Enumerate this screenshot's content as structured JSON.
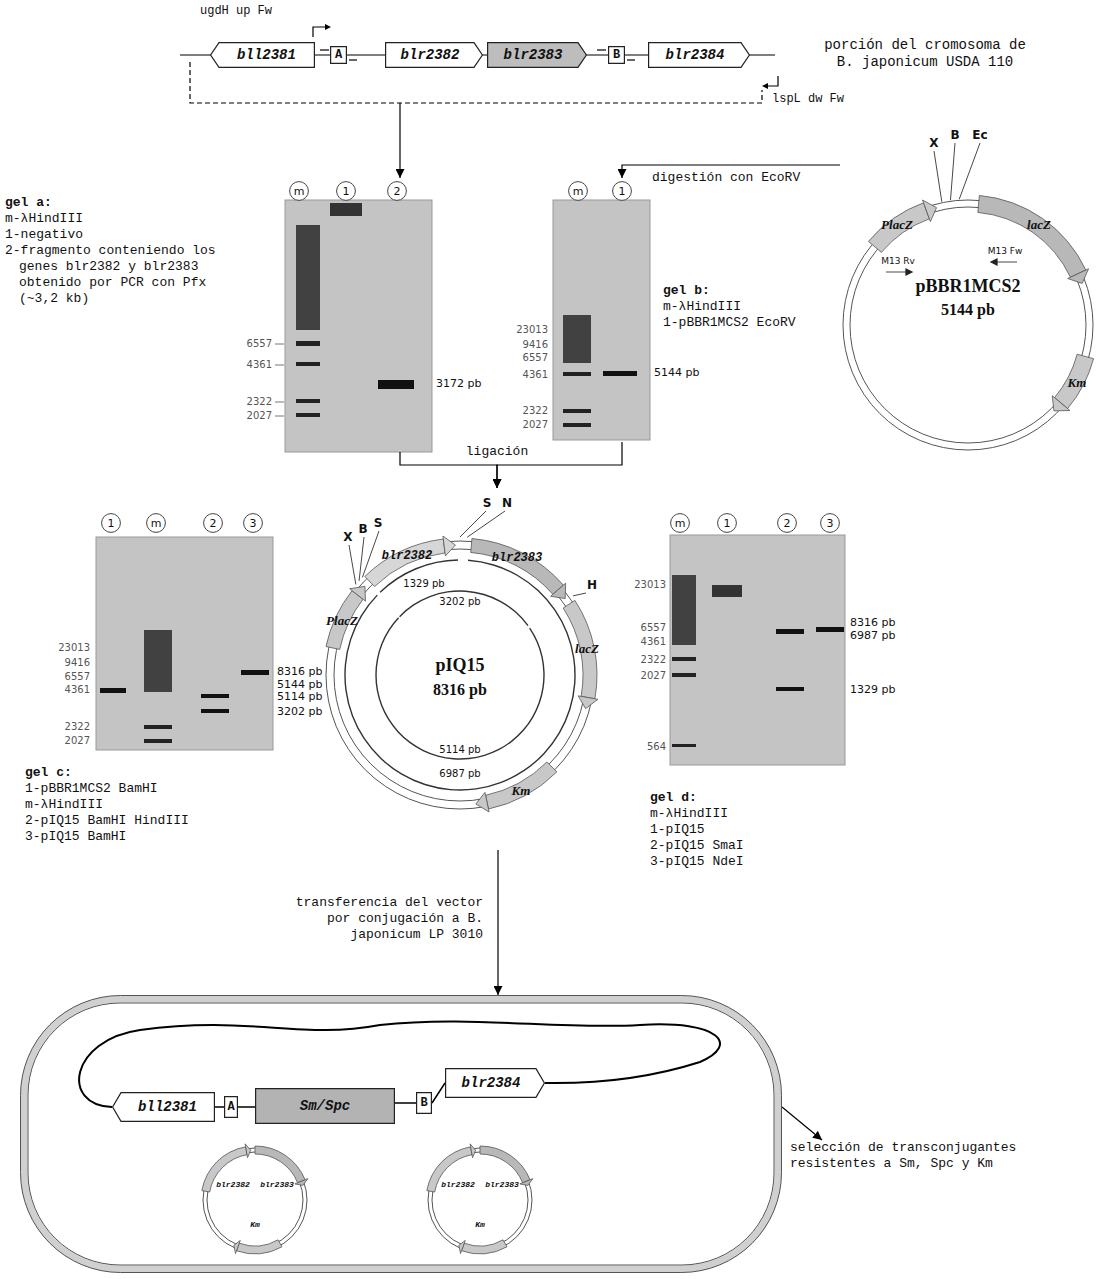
{
  "diagram": {
    "nodes": [
      {
        "text": [
          "porción del cromosoma de B. japonicum USDA 110"
        ]
      },
      {
        "text": [
          "bll2381"
        ],
        "in": 0
      },
      {
        "text": [
          "A"
        ],
        "in": 0
      },
      {
        "text": [
          "blr2382"
        ],
        "in": 0
      },
      {
        "text": [
          "blr2383"
        ],
        "in": 0
      },
      {
        "text": [
          "B"
        ],
        "in": 0
      },
      {
        "text": [
          "blr2384"
        ],
        "in": 0
      },
      {
        "text": [
          "pBBR1MCS2",
          "5144 pb"
        ]
      },
      {
        "text": [
          "gel a:",
          "m-λHindIII",
          "1-negativo",
          "2-fragmento conteniendo los genes blr2382 y blr2383 obtenido por PCR con Pfx (~3,2 kb)"
        ]
      },
      {
        "text": [
          "m"
        ],
        "in": 8
      },
      {
        "text": [
          "1"
        ],
        "in": 8
      },
      {
        "text": [
          "2"
        ],
        "in": 8
      },
      {
        "text": [
          "gel b:",
          "m-λHindIII",
          "1-pBBR1MCS2 EcoRV"
        ]
      },
      {
        "text": [
          "m"
        ],
        "in": 12
      },
      {
        "text": [
          "1"
        ],
        "in": 12
      },
      {
        "text": [
          "pIQ15",
          "8316 pb"
        ]
      },
      {
        "text": [
          "gel c:",
          "1-pBBR1MCS2 BamHI",
          "m-λHindIII",
          "2-pIQ15 BamHI HindIII",
          "3-pIQ15 BamHI"
        ]
      },
      {
        "text": [
          "1"
        ],
        "in": 16
      },
      {
        "text": [
          "m"
        ],
        "in": 16
      },
      {
        "text": [
          "2"
        ],
        "in": 16
      },
      {
        "text": [
          "3"
        ],
        "in": 16
      },
      {
        "text": [
          "gel d:",
          "m-λHindIII",
          "1-pIQ15",
          "2-pIQ15 SmaI",
          "3-pIQ15 NdeI"
        ]
      },
      {
        "text": [
          "m"
        ],
        "in": 21
      },
      {
        "text": [
          "1"
        ],
        "in": 21
      },
      {
        "text": [
          "2"
        ],
        "in": 21
      },
      {
        "text": [
          "3"
        ],
        "in": 21
      },
      {
        "text": []
      },
      {
        "text": [
          "bll2381"
        ],
        "in": 26
      },
      {
        "text": [
          "A"
        ],
        "in": 26
      },
      {
        "text": [
          "Sm/Spc"
        ],
        "in": 26
      },
      {
        "text": [
          "B"
        ],
        "in": 26
      },
      {
        "text": [
          "blr2384"
        ],
        "in": 26
      },
      {
        "text": [
          "blr2382",
          "blr2383",
          "Km"
        ],
        "in": 26
      },
      {
        "text": [
          "blr2382",
          "blr2383",
          "Km"
        ],
        "in": 26
      },
      {
        "text": [
          "selección de transconjugantes resistentes a Sm, Spc y Km"
        ]
      }
    ],
    "edges": [
      {
        "from": 0,
        "to": 8,
        "arrow": "to"
      },
      {
        "from": 7,
        "to": 12,
        "label": "digestión con EcoRV",
        "arrow": "to"
      },
      {
        "from": 8,
        "to": 15,
        "label": "ligación",
        "arrow": "to"
      },
      {
        "from": 12,
        "to": 15,
        "arrow": "to"
      },
      {
        "from": 15,
        "to": 26,
        "label": "transferencia del vector por conjugación a B. japonicum LP 3010",
        "arrow": "to"
      },
      {
        "from": 26,
        "to": 34,
        "arrow": "to"
      }
    ],
    "labels": [
      "ugdH up Fw",
      "lspL dw Fw",
      "X",
      "B",
      "Ec",
      "PlacZ",
      "lacZ",
      "M13 Rv",
      "M13 Fw",
      "Km",
      "6557",
      "4361",
      "2322",
      "2027",
      "3172 pb",
      "23013",
      "9416",
      "6557",
      "4361",
      "2322",
      "2027",
      "5144 pb",
      "X",
      "B",
      "S",
      "S",
      "N",
      "H",
      "blr2382",
      "blr2383",
      "PlacZ",
      "lacZ",
      "Km",
      "1329 pb",
      "3202 pb",
      "5114 pb",
      "6987 pb",
      "23013",
      "9416",
      "6557",
      "4361",
      "2322",
      "2027",
      "8316 pb",
      "5144 pb",
      "5114 pb",
      "3202 pb",
      "23013",
      "6557",
      "4361",
      "2322",
      "2027",
      "564",
      "8316 pb",
      "6987 pb",
      "1329 pb"
    ]
  }
}
